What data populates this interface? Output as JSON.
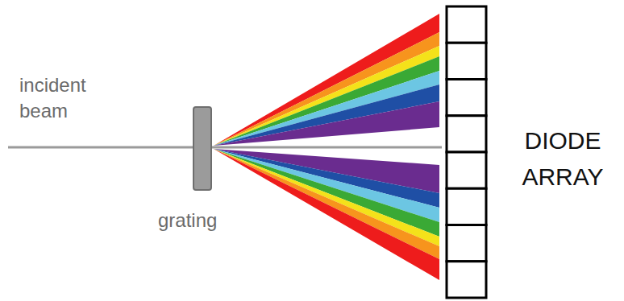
{
  "diagram": {
    "labels": [
      "incident beam",
      "grating",
      "DIODE ARRAY"
    ]
  }
}
